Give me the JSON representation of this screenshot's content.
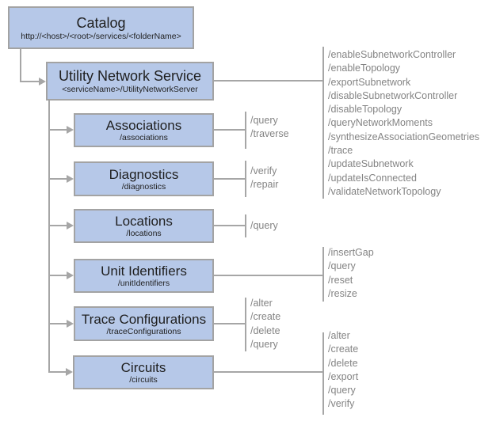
{
  "diagram": {
    "title": "Utility Network Service REST endpoint hierarchy",
    "colors": {
      "box_fill": "#b6c8e8",
      "box_border": "#a3a3a3",
      "connector_line": "#a6a6a6",
      "title_text": "#1f1f1f",
      "operation_text": "#848484",
      "background": "#ffffff"
    }
  },
  "nodes": {
    "catalog": {
      "title": "Catalog",
      "subtitle": "http://<host>/<root>/services/<folderName>"
    },
    "uns": {
      "title": "Utility Network Service",
      "subtitle": "<serviceName>/UtilityNetworkServer"
    },
    "associations": {
      "title": "Associations",
      "subtitle": "/associations"
    },
    "diagnostics": {
      "title": "Diagnostics",
      "subtitle": "/diagnostics"
    },
    "locations": {
      "title": "Locations",
      "subtitle": "/locations"
    },
    "unit_identifiers": {
      "title": "Unit Identifiers",
      "subtitle": "/unitIdentifiers"
    },
    "trace_configurations": {
      "title": "Trace Configurations",
      "subtitle": "/traceConfigurations"
    },
    "circuits": {
      "title": "Circuits",
      "subtitle": "/circuits"
    }
  },
  "ops": {
    "uns": {
      "0": "/enableSubnetworkController",
      "1": "/enableTopology",
      "2": "/exportSubnetwork",
      "3": "/disableSubnetworkController",
      "4": "/disableTopology",
      "5": "/queryNetworkMoments",
      "6": "/synthesizeAssociationGeometries",
      "7": "/trace",
      "8": "/updateSubnetwork",
      "9": "/updateIsConnected",
      "10": "/validateNetworkTopology"
    },
    "associations": {
      "0": "/query",
      "1": "/traverse"
    },
    "diagnostics": {
      "0": "/verify",
      "1": "/repair"
    },
    "locations": {
      "0": "/query"
    },
    "unit_identifiers": {
      "0": "/insertGap",
      "1": "/query",
      "2": "/reset",
      "3": "/resize"
    },
    "trace_configurations": {
      "0": "/alter",
      "1": "/create",
      "2": "/delete",
      "3": "/query"
    },
    "circuits": {
      "0": "/alter",
      "1": "/create",
      "2": "/delete",
      "3": "/export",
      "4": "/query",
      "5": "/verify"
    }
  }
}
